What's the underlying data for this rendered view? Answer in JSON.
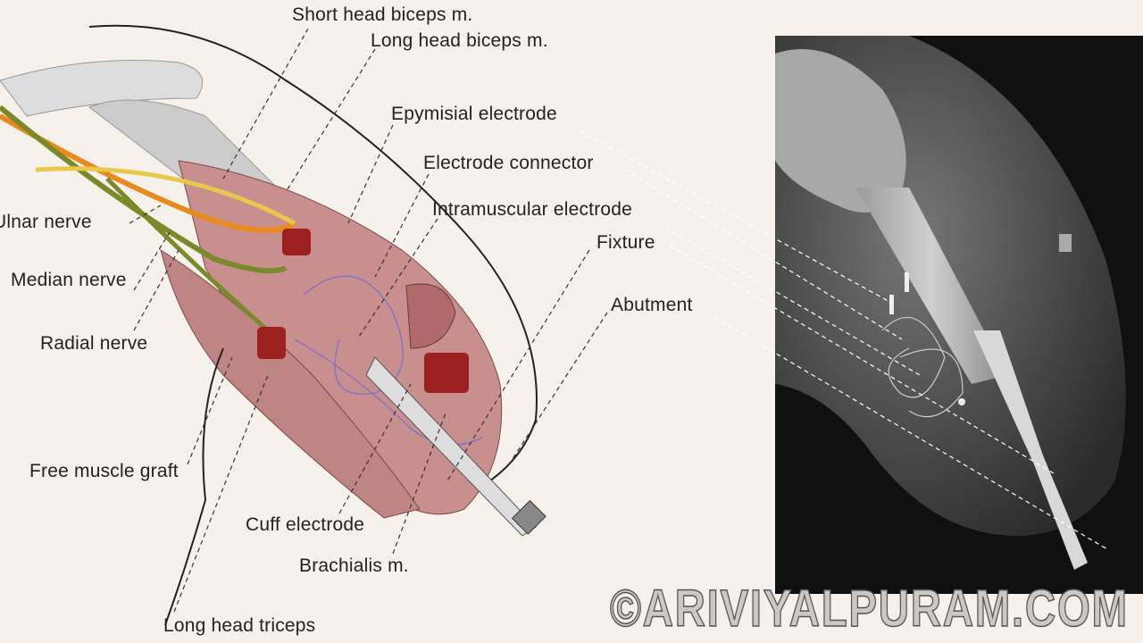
{
  "labels": {
    "short_head_biceps": "Short head biceps m.",
    "long_head_biceps": "Long head biceps m.",
    "epymisial_electrode": "Epymisial electrode",
    "electrode_connector": "Electrode connector",
    "intramuscular_electrode": "Intramuscular electrode",
    "fixture": "Fixture",
    "abutment": "Abutment",
    "ulnar_nerve": "Ulnar nerve",
    "median_nerve": "Median nerve",
    "radial_nerve": "Radial nerve",
    "free_muscle_graft": "Free muscle graft",
    "cuff_electrode": "Cuff electrode",
    "brachialis": "Brachialis m.",
    "long_head_triceps": "Long head triceps"
  },
  "watermark": "©ARIVIYALPURAM.COM",
  "colors": {
    "muscle": "#c98f8f",
    "nerve_green": "#7a8a2a",
    "nerve_orange": "#e88a1e",
    "nerve_yellow": "#e8c84a",
    "electrode": "#9c2020",
    "wire": "#7b72c8"
  }
}
